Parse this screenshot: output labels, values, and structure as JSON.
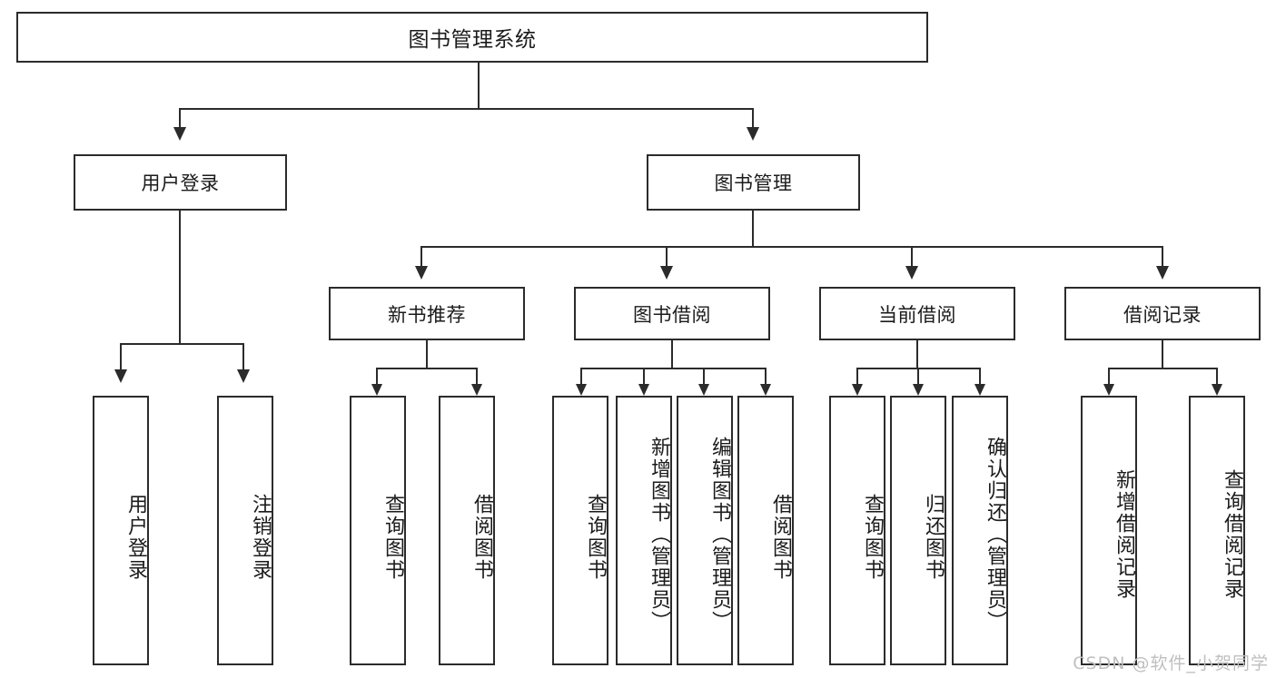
{
  "diagram": {
    "title": "图书管理系统",
    "type": "tree",
    "root": {
      "label": "图书管理系统"
    },
    "level2": [
      {
        "label": "用户登录"
      },
      {
        "label": "图书管理"
      }
    ],
    "level3": [
      {
        "label": "新书推荐"
      },
      {
        "label": "图书借阅"
      },
      {
        "label": "当前借阅"
      },
      {
        "label": "借阅记录"
      }
    ],
    "leaves": {
      "user_login": [
        {
          "label": "用户登录"
        },
        {
          "label": "注销登录"
        }
      ],
      "new_book_recommend": [
        {
          "label": "查询图书"
        },
        {
          "label": "借阅图书"
        }
      ],
      "book_borrow": [
        {
          "label": "查询图书"
        },
        {
          "label": "新增图书（管理员）"
        },
        {
          "label": "编辑图书（管理员）"
        },
        {
          "label": "借阅图书"
        }
      ],
      "current_borrow": [
        {
          "label": "查询图书"
        },
        {
          "label": "归还图书"
        },
        {
          "label": "确认归还（管理员）"
        }
      ],
      "borrow_record": [
        {
          "label": "新增借阅记录"
        },
        {
          "label": "查询借阅记录"
        }
      ]
    }
  },
  "watermark": {
    "text": "CSDN @软件_小贺同学"
  },
  "colors": {
    "stroke": "#2b2b2b",
    "background": "#ffffff",
    "text": "#1b1b1b",
    "watermark": "#bfbfbf"
  }
}
